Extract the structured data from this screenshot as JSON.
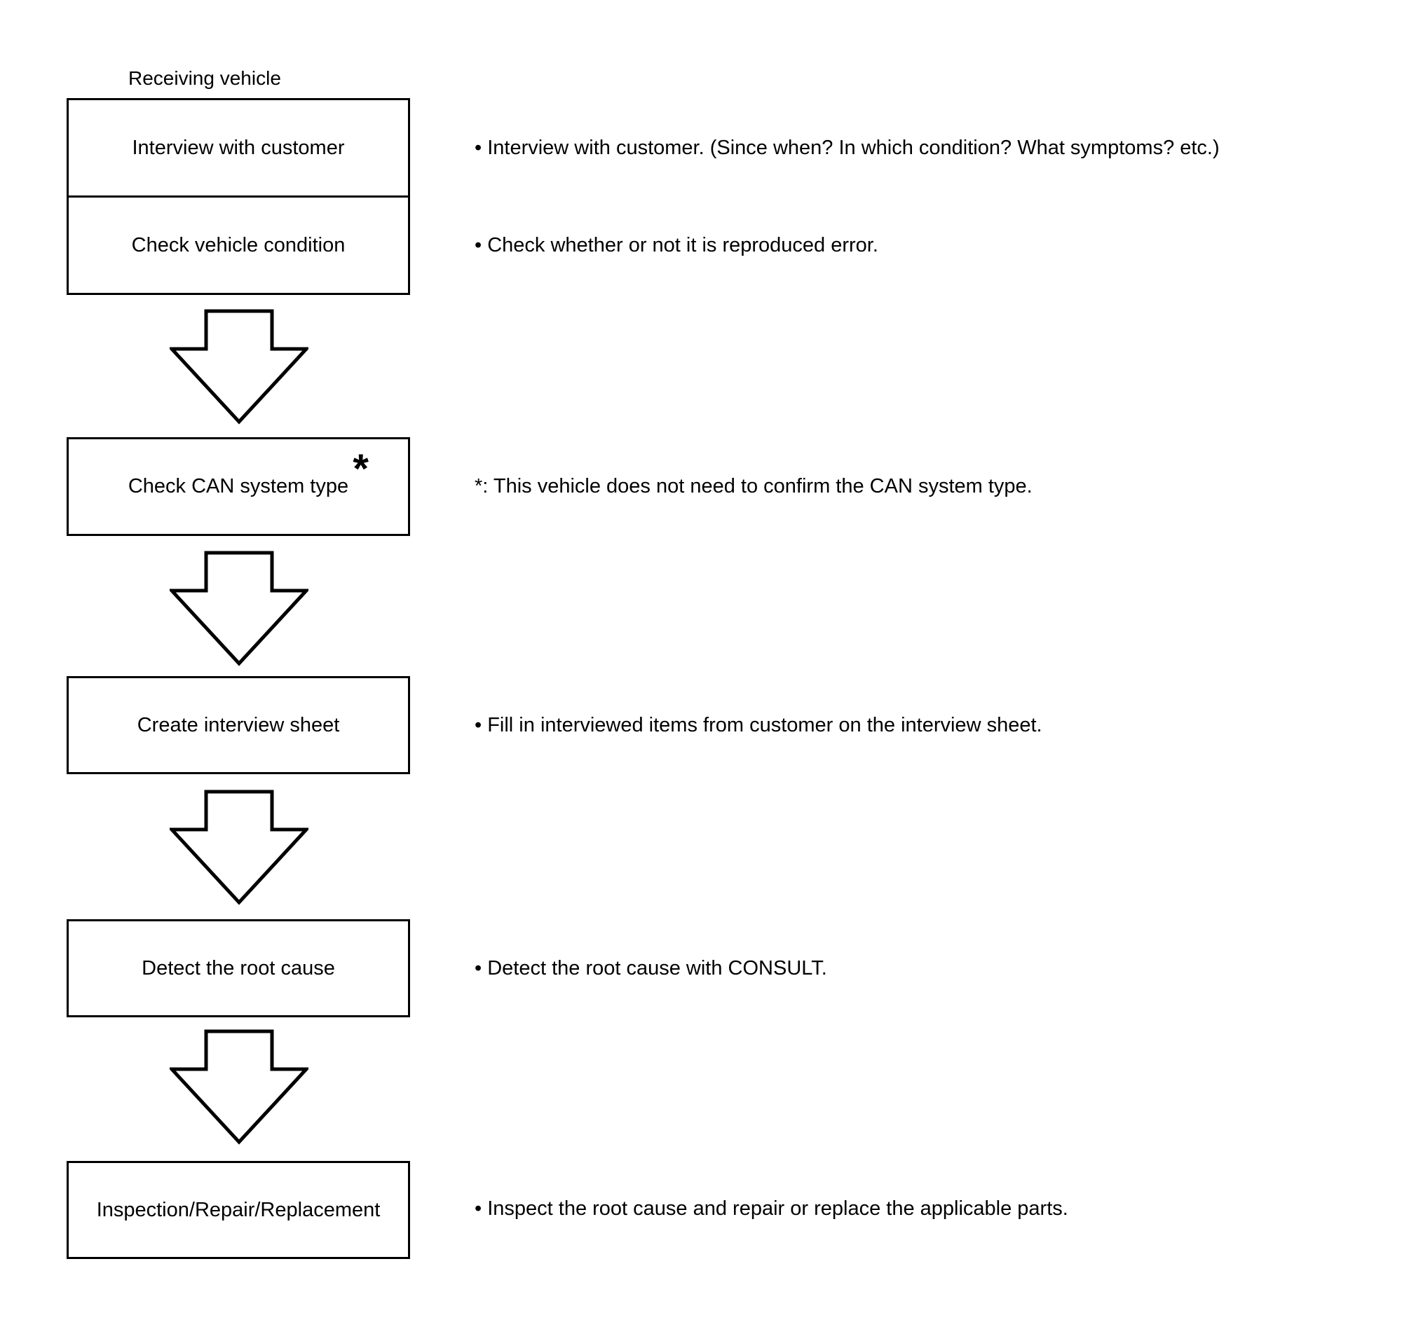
{
  "flow": {
    "title": "Receiving vehicle",
    "colors": {
      "line": "#000000",
      "background": "#ffffff",
      "text": "#000000"
    },
    "steps": [
      {
        "label": "Interview with customer",
        "note": "• Interview with customer. (Since when? In which condition? What symptoms? etc.)"
      },
      {
        "label": "Check vehicle condition",
        "note": "• Check whether or not it is reproduced error."
      },
      {
        "label": "Check CAN system type",
        "marker": "*",
        "note": "*: This vehicle does not need to confirm the CAN system type."
      },
      {
        "label": "Create interview sheet",
        "note": "• Fill in interviewed items from customer on the interview sheet."
      },
      {
        "label": "Detect the root cause",
        "note": "• Detect the root cause with CONSULT."
      },
      {
        "label": "Inspection/Repair/Replacement",
        "note": "• Inspect the root cause and repair or replace the applicable parts."
      }
    ]
  }
}
